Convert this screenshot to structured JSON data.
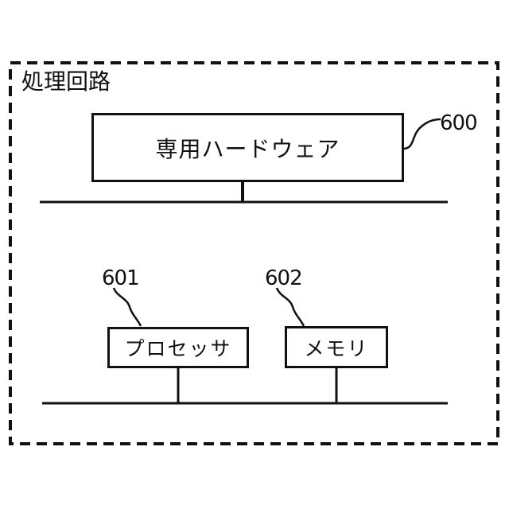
{
  "figure": {
    "title": "処理回路",
    "boxes": {
      "dedicated_hardware": {
        "label": "専用ハードウェア",
        "ref": "600"
      },
      "processor": {
        "label": "プロセッサ",
        "ref": "601"
      },
      "memory": {
        "label": "メモリ",
        "ref": "602"
      }
    },
    "colors": {
      "line": "#111111",
      "background": "#ffffff"
    }
  }
}
